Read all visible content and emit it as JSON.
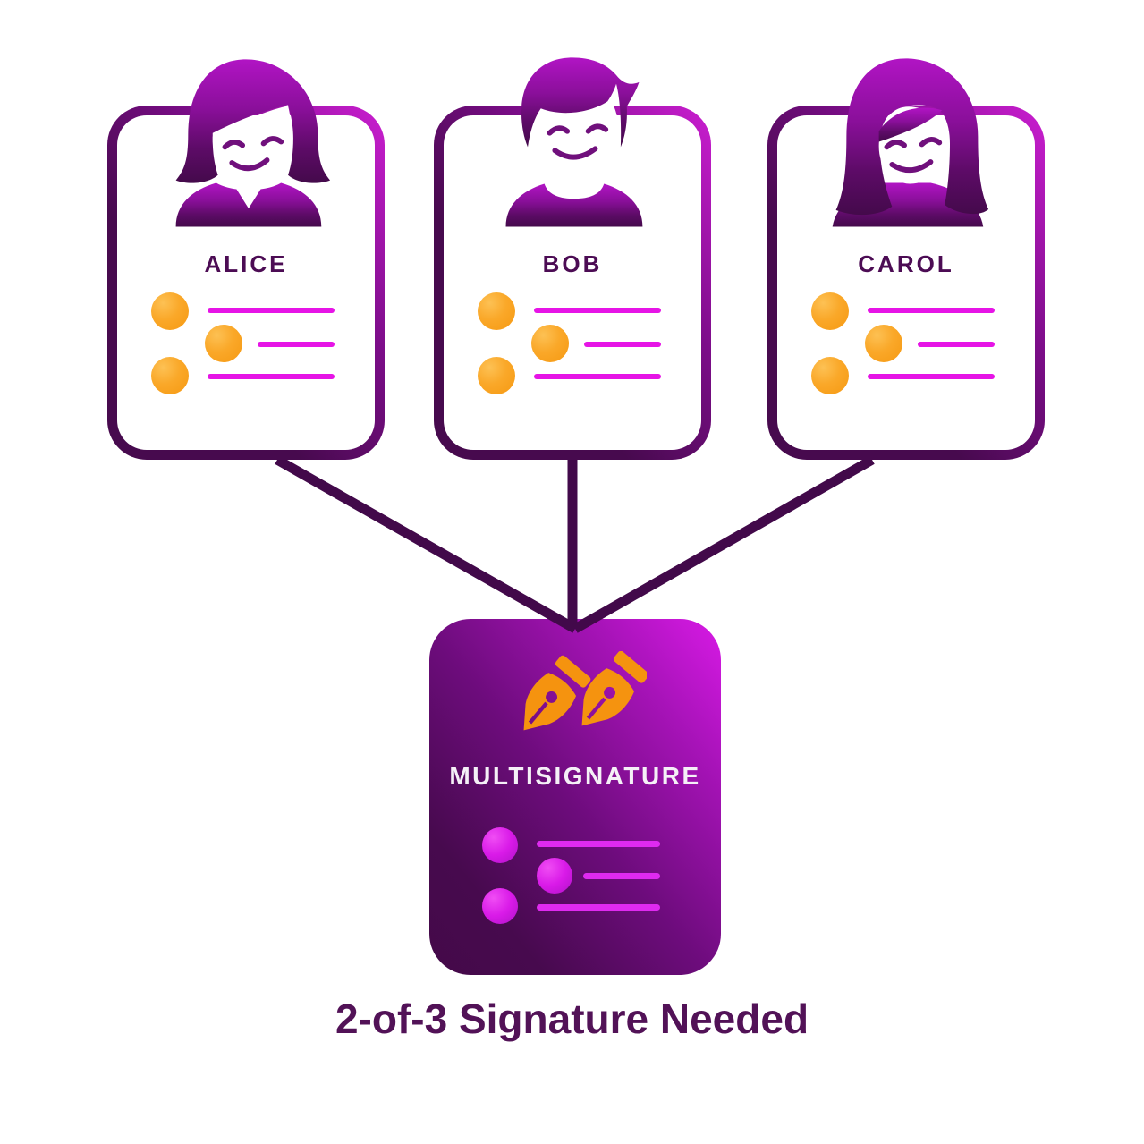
{
  "diagram": {
    "type": "multisignature-scheme",
    "members": [
      {
        "name": "ALICE",
        "avatar": "woman-bob-haircut"
      },
      {
        "name": "BOB",
        "avatar": "man-short-hair"
      },
      {
        "name": "CAROL",
        "avatar": "woman-long-hair"
      }
    ],
    "central": {
      "label": "MULTISIGNATURE",
      "icon": "double-pen-nib"
    },
    "caption": "2-of-3 Signature Needed",
    "colors": {
      "background": "#ffffff",
      "dark_purple": "#470a4e",
      "bright_magenta": "#cb1ed1",
      "connector_line": "#42094a",
      "document_line_magenta": "#e614e6",
      "bullet_orange": "#faa829",
      "pen_nib_orange": "#f5930f",
      "central_card_gradient_top": "#d81ae6",
      "central_card_gradient_bottom": "#440949",
      "caption_text": "#521257",
      "central_label_text": "#f5f0f7"
    }
  }
}
